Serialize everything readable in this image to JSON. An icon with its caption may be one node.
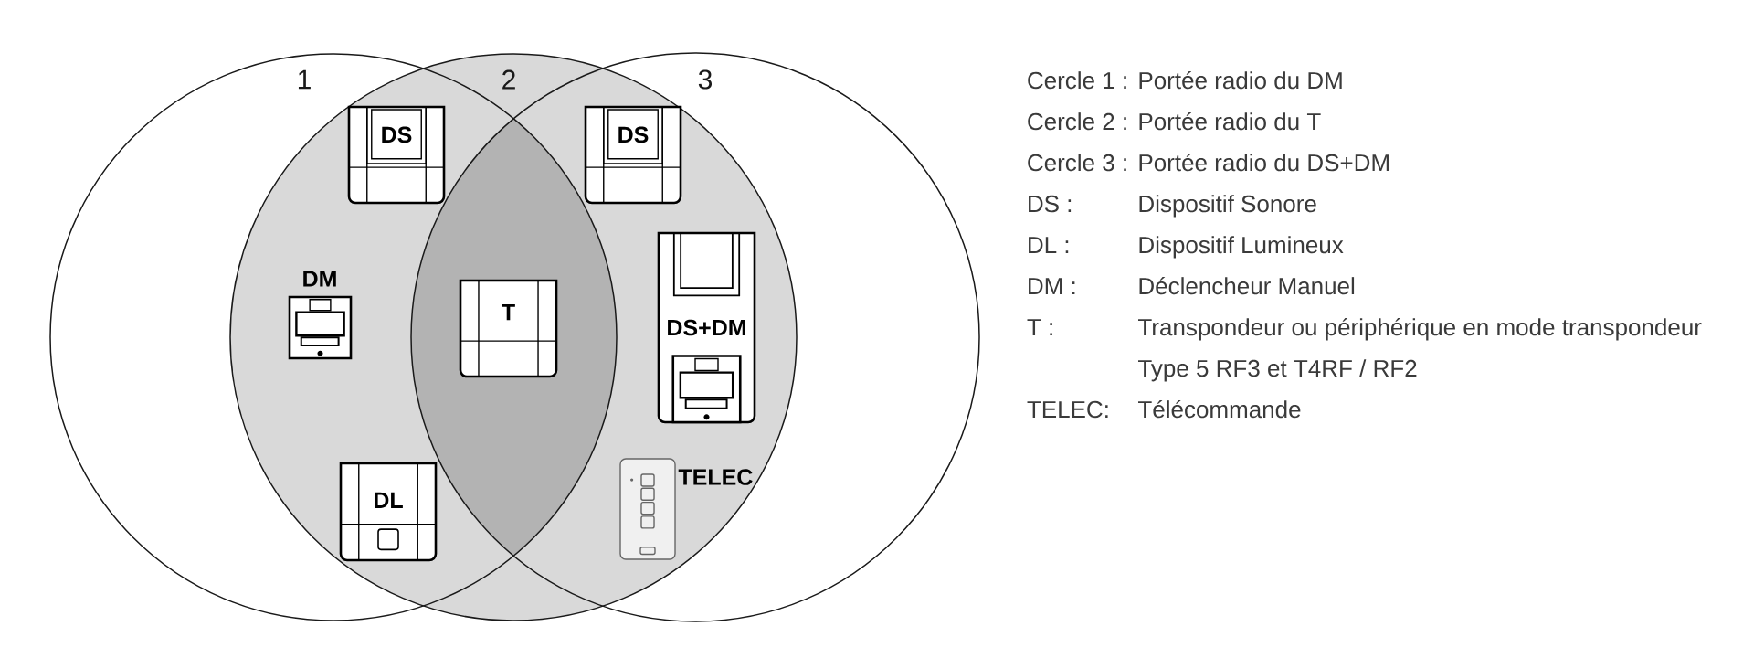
{
  "diagram": {
    "nodes": [
      {
        "text": [
          "1"
        ]
      },
      {
        "text": [
          "2"
        ]
      },
      {
        "text": [
          "3"
        ]
      },
      {
        "text": [
          "DS"
        ]
      },
      {
        "text": [
          "DS"
        ]
      },
      {
        "text": [],
        "shape": "picture",
        "beside": [
          "DM"
        ]
      },
      {
        "text": [
          "T"
        ]
      },
      {
        "text": [
          "DS+DM"
        ]
      },
      {
        "text": [
          "DL"
        ]
      },
      {
        "text": [],
        "shape": "picture",
        "beside": [
          "TELEC"
        ]
      }
    ],
    "labels": [
      "Cercle 1 :",
      "Portée radio du DM",
      "Cercle 2 :",
      "Portée radio du T",
      "Cercle 3 :",
      "Portée radio du DS+DM",
      "DS :",
      "Dispositif Sonore",
      "DL :",
      "Dispositif Lumineux",
      "DM :",
      "Déclencheur Manuel",
      "T :",
      "Transpondeur ou périphérique en mode transpondeur Type 5 RF3 et T4RF / RF2",
      "TELEC:",
      "Télécommande"
    ]
  }
}
